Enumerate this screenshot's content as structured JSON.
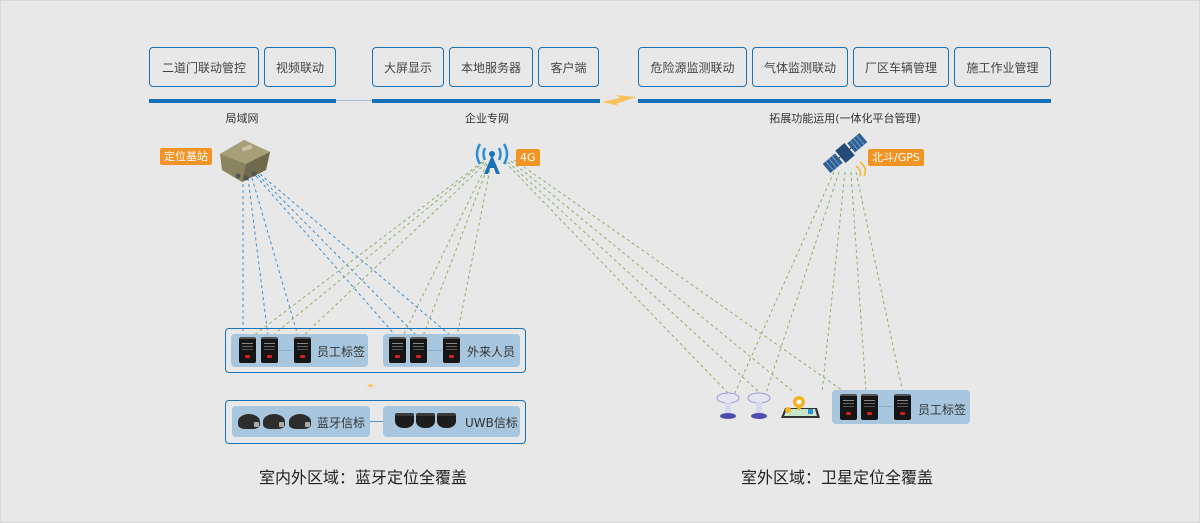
{
  "top_modules": {
    "lan": [
      "二道门联动管控",
      "视频联动"
    ],
    "enterprise": [
      "大屏显示",
      "本地服务器",
      "客户端"
    ],
    "extended": [
      "危险源监测联动",
      "气体监测联动",
      "厂区车辆管理",
      "施工作业管理"
    ]
  },
  "network_labels": {
    "lan": "局域网",
    "enterprise": "企业专网",
    "extended": "拓展功能运用(一体化平台管理)"
  },
  "devices": {
    "base_station": {
      "badge": "定位基站",
      "icon": "base-station-icon"
    },
    "cell_tower": {
      "badge": "4G",
      "icon": "antenna-tower-icon"
    },
    "satellite": {
      "badge": "北斗/GPS",
      "icon": "satellite-icon"
    }
  },
  "indoor": {
    "tag_groups": [
      {
        "label": "员工标签",
        "count": 3
      },
      {
        "label": "外来人员",
        "count": 3
      }
    ],
    "beacon_groups": [
      {
        "label": "蓝牙信标",
        "count": 3
      },
      {
        "label": "UWB信标",
        "count": 3
      }
    ],
    "caption": "室内外区域：蓝牙定位全覆盖"
  },
  "outdoor": {
    "receivers": [
      "gnss-antenna-icon",
      "gnss-antenna-icon",
      "map-pin-icon"
    ],
    "tag_group": {
      "label": "员工标签",
      "count": 3
    },
    "caption": "室外区域：卫星定位全覆盖"
  },
  "colors": {
    "primary_blue": "#1670b8",
    "badge_orange": "#f39323",
    "bluetooth_link": "#3f8fd0",
    "wireless_link": "#8db06a",
    "group_fill": "#a8c7de"
  }
}
